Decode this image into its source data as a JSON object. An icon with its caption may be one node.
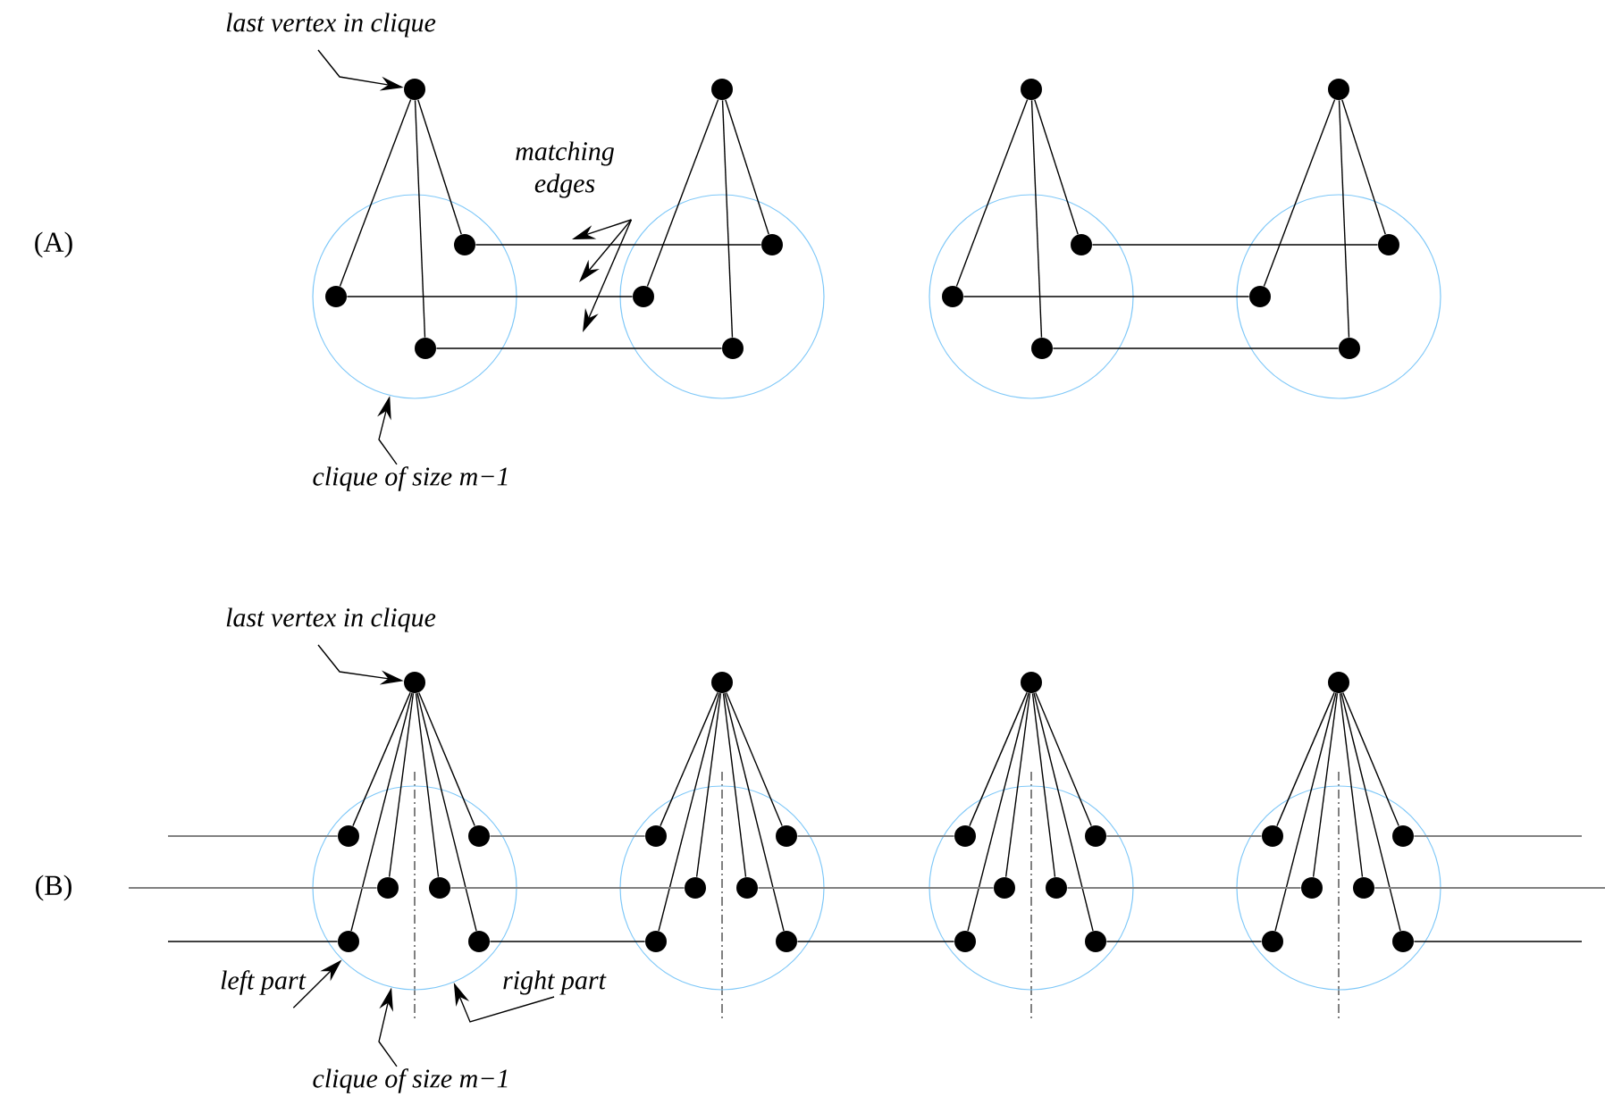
{
  "diagram": {
    "nodes": [
      {
        "text": [
          "last vertex in clique"
        ]
      },
      {
        "text": [
          "matching edges"
        ]
      },
      {
        "text": [],
        "shape": "circle"
      },
      {
        "text": [],
        "shape": "circle"
      },
      {
        "text": [],
        "shape": "circle",
        "in": 3
      },
      {
        "text": [],
        "shape": "circle",
        "in": 3
      },
      {
        "text": [],
        "shape": "circle",
        "in": 3
      },
      {
        "text": [],
        "shape": "circle"
      },
      {
        "text": [],
        "shape": "circle"
      },
      {
        "text": [],
        "shape": "circle",
        "in": 8
      },
      {
        "text": [],
        "shape": "circle",
        "in": 8
      },
      {
        "text": [],
        "shape": "circle",
        "in": 8
      },
      {
        "text": [],
        "shape": "circle"
      },
      {
        "text": [],
        "shape": "circle"
      },
      {
        "text": [],
        "shape": "circle",
        "in": 13
      },
      {
        "text": [],
        "shape": "circle",
        "in": 13
      },
      {
        "text": [],
        "shape": "circle",
        "in": 13
      },
      {
        "text": [],
        "shape": "circle"
      },
      {
        "text": [],
        "shape": "circle"
      },
      {
        "text": [],
        "shape": "circle",
        "in": 18
      },
      {
        "text": [],
        "shape": "circle",
        "in": 18
      },
      {
        "text": [],
        "shape": "circle",
        "in": 18
      },
      {
        "text": [
          "clique of size m−1"
        ]
      },
      {
        "text": [
          "last vertex in clique"
        ]
      },
      {
        "text": [],
        "shape": "circle"
      },
      {
        "text": [],
        "shape": "circle"
      },
      {
        "text": [],
        "shape": "circle",
        "in": 25
      },
      {
        "text": [],
        "shape": "circle",
        "in": 25
      },
      {
        "text": [],
        "shape": "circle",
        "in": 25
      },
      {
        "text": [],
        "shape": "circle",
        "in": 25
      },
      {
        "text": [],
        "shape": "circle",
        "in": 25
      },
      {
        "text": [],
        "shape": "circle",
        "in": 25
      },
      {
        "text": [],
        "shape": "circle"
      },
      {
        "text": [],
        "shape": "circle"
      },
      {
        "text": [],
        "shape": "circle",
        "in": 33
      },
      {
        "text": [],
        "shape": "circle",
        "in": 33
      },
      {
        "text": [],
        "shape": "circle",
        "in": 33
      },
      {
        "text": [],
        "shape": "circle",
        "in": 33
      },
      {
        "text": [],
        "shape": "circle",
        "in": 33
      },
      {
        "text": [],
        "shape": "circle",
        "in": 33
      },
      {
        "text": [],
        "shape": "circle"
      },
      {
        "text": [],
        "shape": "circle"
      },
      {
        "text": [],
        "shape": "circle",
        "in": 41
      },
      {
        "text": [],
        "shape": "circle",
        "in": 41
      },
      {
        "text": [],
        "shape": "circle",
        "in": 41
      },
      {
        "text": [],
        "shape": "circle",
        "in": 41
      },
      {
        "text": [],
        "shape": "circle",
        "in": 41
      },
      {
        "text": [],
        "shape": "circle",
        "in": 41
      },
      {
        "text": [],
        "shape": "circle"
      },
      {
        "text": [],
        "shape": "circle"
      },
      {
        "text": [],
        "shape": "circle",
        "in": 49
      },
      {
        "text": [],
        "shape": "circle",
        "in": 49
      },
      {
        "text": [],
        "shape": "circle",
        "in": 49
      },
      {
        "text": [],
        "shape": "circle",
        "in": 49
      },
      {
        "text": [],
        "shape": "circle",
        "in": 49
      },
      {
        "text": [],
        "shape": "circle",
        "in": 49
      },
      {
        "text": [
          "left part"
        ]
      },
      {
        "text": [
          "right part"
        ]
      },
      {
        "text": [
          "clique of size m−1"
        ]
      }
    ],
    "edges": [
      {
        "from": 2,
        "to": 4,
        "arrow": "none"
      },
      {
        "from": 2,
        "to": 5,
        "arrow": "none"
      },
      {
        "from": 2,
        "to": 6,
        "arrow": "none"
      },
      {
        "from": 7,
        "to": 9,
        "arrow": "none"
      },
      {
        "from": 7,
        "to": 10,
        "arrow": "none"
      },
      {
        "from": 7,
        "to": 11,
        "arrow": "none"
      },
      {
        "from": 12,
        "to": 14,
        "arrow": "none"
      },
      {
        "from": 12,
        "to": 15,
        "arrow": "none"
      },
      {
        "from": 12,
        "to": 16,
        "arrow": "none"
      },
      {
        "from": 17,
        "to": 19,
        "arrow": "none"
      },
      {
        "from": 17,
        "to": 20,
        "arrow": "none"
      },
      {
        "from": 17,
        "to": 21,
        "arrow": "none"
      },
      {
        "from": 4,
        "to": 9,
        "arrow": "none"
      },
      {
        "from": 5,
        "to": 10,
        "arrow": "none"
      },
      {
        "from": 6,
        "to": 11,
        "arrow": "none"
      },
      {
        "from": 14,
        "to": 19,
        "arrow": "none"
      },
      {
        "from": 15,
        "to": 20,
        "arrow": "none"
      },
      {
        "from": 16,
        "to": 21,
        "arrow": "none"
      },
      {
        "from": 0,
        "to": 2,
        "arrow": "to"
      },
      {
        "from": 1,
        "to": null,
        "arrow": "to"
      },
      {
        "from": 1,
        "to": null,
        "arrow": "to"
      },
      {
        "from": 1,
        "to": null,
        "arrow": "to"
      },
      {
        "from": 22,
        "to": 3,
        "arrow": "to"
      },
      {
        "from": 23,
        "to": 24,
        "arrow": "to"
      },
      {
        "from": 24,
        "to": 26,
        "arrow": "none"
      },
      {
        "from": 24,
        "to": 27,
        "arrow": "none"
      },
      {
        "from": 24,
        "to": 28,
        "arrow": "none"
      },
      {
        "from": 24,
        "to": 29,
        "arrow": "none"
      },
      {
        "from": 24,
        "to": 30,
        "arrow": "none"
      },
      {
        "from": 24,
        "to": 31,
        "arrow": "none"
      },
      {
        "from": 32,
        "to": 34,
        "arrow": "none"
      },
      {
        "from": 32,
        "to": 35,
        "arrow": "none"
      },
      {
        "from": 32,
        "to": 36,
        "arrow": "none"
      },
      {
        "from": 32,
        "to": 37,
        "arrow": "none"
      },
      {
        "from": 32,
        "to": 38,
        "arrow": "none"
      },
      {
        "from": 32,
        "to": 39,
        "arrow": "none"
      },
      {
        "from": 40,
        "to": 42,
        "arrow": "none"
      },
      {
        "from": 40,
        "to": 43,
        "arrow": "none"
      },
      {
        "from": 40,
        "to": 44,
        "arrow": "none"
      },
      {
        "from": 40,
        "to": 45,
        "arrow": "none"
      },
      {
        "from": 40,
        "to": 46,
        "arrow": "none"
      },
      {
        "from": 40,
        "to": 47,
        "arrow": "none"
      },
      {
        "from": 48,
        "to": 50,
        "arrow": "none"
      },
      {
        "from": 48,
        "to": 51,
        "arrow": "none"
      },
      {
        "from": 48,
        "to": 52,
        "arrow": "none"
      },
      {
        "from": 48,
        "to": 53,
        "arrow": "none"
      },
      {
        "from": 48,
        "to": 54,
        "arrow": "none"
      },
      {
        "from": 48,
        "to": 55,
        "arrow": "none"
      },
      {
        "from": null,
        "to": 26,
        "arrow": "none",
        "color": "#808080"
      },
      {
        "from": 29,
        "to": 34,
        "arrow": "none",
        "color": "#808080"
      },
      {
        "from": 37,
        "to": 42,
        "arrow": "none",
        "color": "#808080"
      },
      {
        "from": 45,
        "to": 50,
        "arrow": "none",
        "color": "#808080"
      },
      {
        "from": 53,
        "to": null,
        "arrow": "none",
        "color": "#808080"
      },
      {
        "from": null,
        "to": 27,
        "arrow": "none",
        "color": "#808080"
      },
      {
        "from": 30,
        "to": 35,
        "arrow": "none",
        "color": "#808080"
      },
      {
        "from": 38,
        "to": 43,
        "arrow": "none",
        "color": "#808080"
      },
      {
        "from": 46,
        "to": 51,
        "arrow": "none",
        "color": "#808080"
      },
      {
        "from": 54,
        "to": null,
        "arrow": "none",
        "color": "#808080"
      },
      {
        "from": null,
        "to": 28,
        "arrow": "none"
      },
      {
        "from": 31,
        "to": 36,
        "arrow": "none"
      },
      {
        "from": 39,
        "to": 44,
        "arrow": "none"
      },
      {
        "from": 47,
        "to": 52,
        "arrow": "none"
      },
      {
        "from": 55,
        "to": null,
        "arrow": "none"
      },
      {
        "from": 56,
        "to": 25,
        "arrow": "to"
      },
      {
        "from": 57,
        "to": 25,
        "arrow": "to"
      },
      {
        "from": 58,
        "to": 25,
        "arrow": "to"
      }
    ],
    "labels": [
      "(A)",
      "(B)"
    ]
  }
}
